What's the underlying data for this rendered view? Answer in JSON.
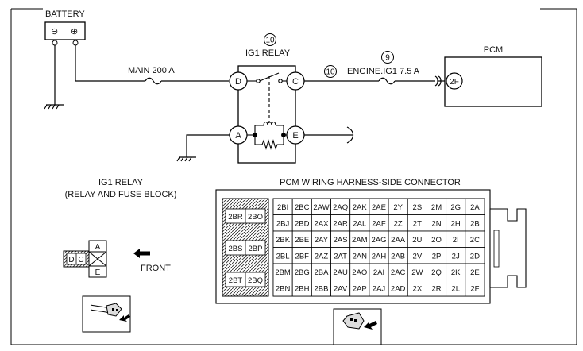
{
  "battery": {
    "label": "BATTERY",
    "neg": "⊖",
    "pos": "⊕"
  },
  "main_fuse": "MAIN 200 A",
  "ig1_relay": {
    "num": "10",
    "label": "IG1 RELAY",
    "terminals": {
      "D": "D",
      "C": "C",
      "A": "A",
      "E": "E"
    }
  },
  "engine_fuse": {
    "num": "9",
    "label": "ENGINE.IG1 7.5 A"
  },
  "wire_num": "10",
  "pcm": {
    "label": "PCM",
    "terminal": "2F"
  },
  "relay_view": {
    "title_line1": "IG1 RELAY",
    "title_line2": "(RELAY AND FUSE BLOCK)",
    "front_label": "FRONT",
    "terminals": {
      "A": "A",
      "C": "C",
      "D": "D",
      "E": "E"
    }
  },
  "connector": {
    "title": "PCM WIRING HARNESS-SIDE CONNECTOR",
    "left_block": [
      [
        "2BR",
        "2BO"
      ],
      [
        "2BS",
        "2BP"
      ],
      [
        "2BT",
        "2BQ"
      ]
    ],
    "rows": [
      [
        "2BI",
        "2BC",
        "2AW",
        "2AQ",
        "2AK",
        "2AE",
        "2Y",
        "2S",
        "2M",
        "2G",
        "2A"
      ],
      [
        "2BJ",
        "2BD",
        "2AX",
        "2AR",
        "2AL",
        "2AF",
        "2Z",
        "2T",
        "2N",
        "2H",
        "2B"
      ],
      [
        "2BK",
        "2BE",
        "2AY",
        "2AS",
        "2AM",
        "2AG",
        "2AA",
        "2U",
        "2O",
        "2I",
        "2C"
      ],
      [
        "2BL",
        "2BF",
        "2AZ",
        "2AT",
        "2AN",
        "2AH",
        "2AB",
        "2V",
        "2P",
        "2J",
        "2D"
      ],
      [
        "2BM",
        "2BG",
        "2BA",
        "2AU",
        "2AO",
        "2AI",
        "2AC",
        "2W",
        "2Q",
        "2K",
        "2E"
      ],
      [
        "2BN",
        "2BH",
        "2BB",
        "2AV",
        "2AP",
        "2AJ",
        "2AD",
        "2X",
        "2R",
        "2L",
        "2F"
      ]
    ]
  }
}
